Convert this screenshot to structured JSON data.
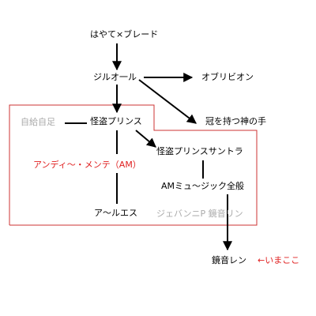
{
  "colors": {
    "text": "#000000",
    "highlight": "#e02020",
    "faded": "#aaaaaa",
    "region_border": "#cc3333",
    "arrow": "#000000"
  },
  "nodes": {
    "hayate": "はやて×ブレード",
    "jiruo": "ジルオ一ル",
    "oblivion": "オブリビオン",
    "crown": "冠を持つ神の手",
    "kaitou": "怪盗プリンス",
    "jikyu": "自給自足",
    "kaitou_santra": "怪盗プリンスサントラ",
    "andy": "アンディ～・メンテ（AM）",
    "am_music": "AMミュ～ジック全般",
    "are": "ア～ルエス",
    "jebanni": "ジェバンニP 鏡音リン",
    "kagamine": "鏡音レン",
    "now": "←いまここ"
  }
}
